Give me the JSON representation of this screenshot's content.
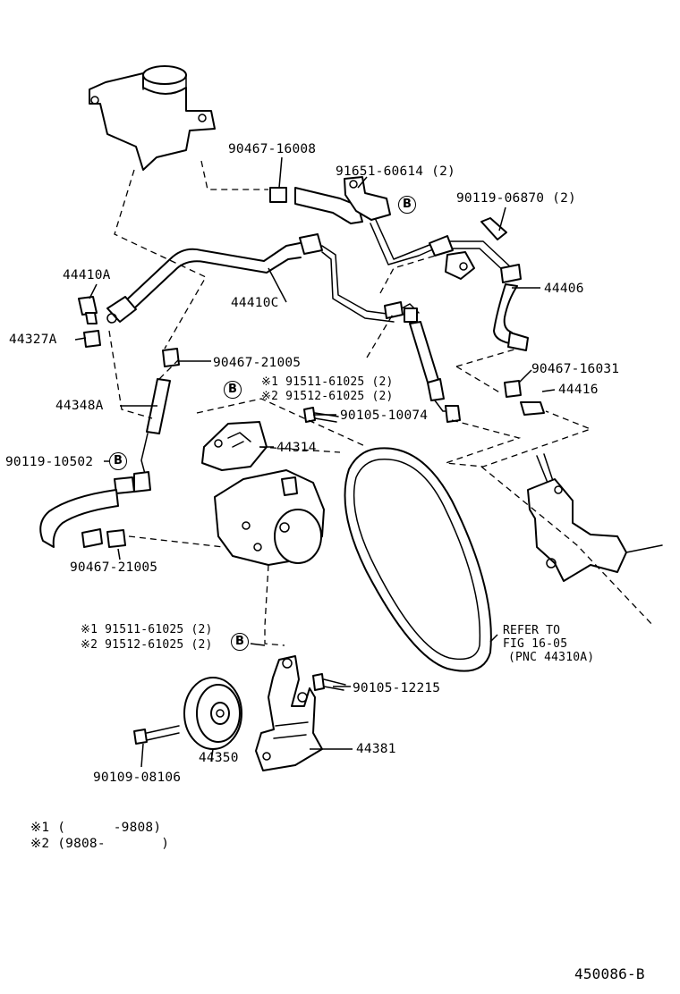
{
  "diagram_id": "450086-B",
  "parts": {
    "p90467_16008": "90467-16008",
    "p91651_60614": "91651-60614 (2)",
    "p90119_06870": "90119-06870 (2)",
    "p44410A": "44410A",
    "p44327A": "44327A",
    "p44410C": "44410C",
    "p44406": "44406",
    "p90467_21005_top": "90467-21005",
    "p90467_16031": "90467-16031",
    "p44416": "44416",
    "p44348A": "44348A",
    "p91511_top": "※1 91511-61025 (2)",
    "p91512_top": "※2 91512-61025 (2)",
    "p90105_10074": "90105-10074",
    "p44314": "44314",
    "p90119_10502": "90119-10502",
    "p90467_21005_bot": "90467-21005",
    "p91511_bot": "※1 91511-61025 (2)",
    "p91512_bot": "※2 91512-61025 (2)",
    "p90105_12215": "90105-12215",
    "p44381": "44381",
    "p44350": "44350",
    "p90109_08106": "90109-08106",
    "refer_line1": "REFER TO",
    "refer_line2": "FIG 16-05",
    "refer_line3": "(PNC 44310A)"
  },
  "callout_symbol": "B",
  "notes": {
    "note1": "※1 (      -9808)",
    "note2": "※2 (9808-       )"
  }
}
